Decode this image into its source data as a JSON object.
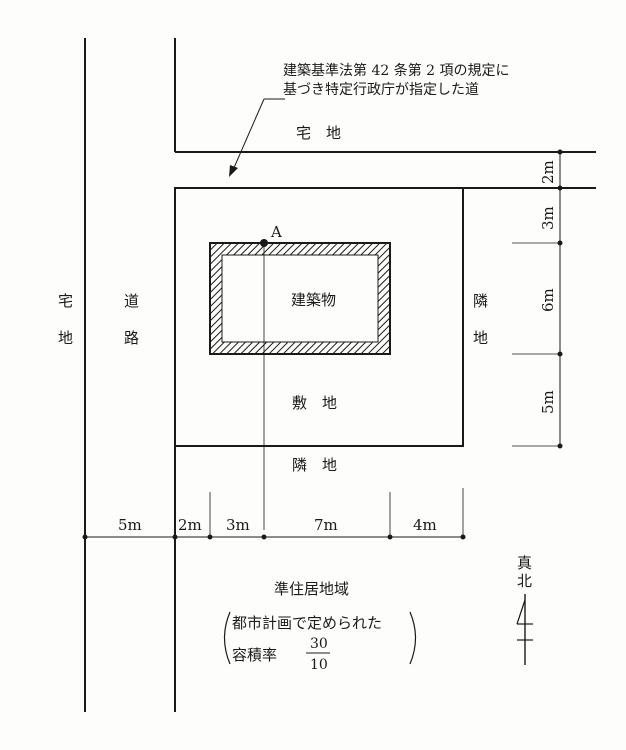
{
  "annotation": {
    "line1": "建築基準法第 42 条第 2 項の規定に",
    "line2": "基づき特定行政庁が指定した道"
  },
  "labels": {
    "takuchi_top": "宅　地",
    "takuchi_left_1": "宅",
    "takuchi_left_2": "地",
    "road_1": "道",
    "road_2": "路",
    "building": "建築物",
    "site": "敷　地",
    "neighbor_right_1": "隣",
    "neighbor_right_2": "地",
    "neighbor_bottom": "隣　地",
    "point_a": "A"
  },
  "dimensions": {
    "horizontal": [
      "5m",
      "2m",
      "3m",
      "7m",
      "4m"
    ],
    "vertical": [
      "2m",
      "3m",
      "6m",
      "5m"
    ]
  },
  "zone": {
    "name": "準住居地域",
    "note": "都市計画で定められた",
    "ratio_label": "容積率",
    "ratio_numerator": "30",
    "ratio_denominator": "10"
  },
  "north": {
    "label_1": "真",
    "label_2": "北"
  }
}
